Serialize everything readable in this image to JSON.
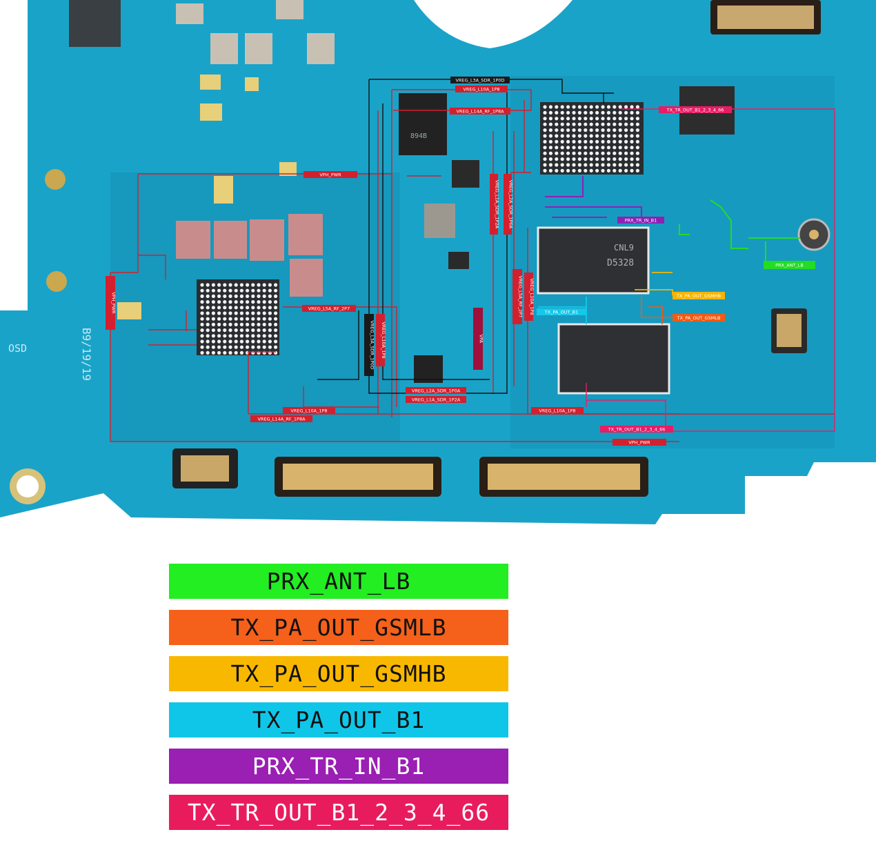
{
  "board": {
    "colors": {
      "pcb": "#1aa3c8",
      "pcb_dark": "#0f7fa3",
      "power_trace": "#d2202e",
      "dark_trace": "#1a1a1a",
      "prx_ant_lb": "#22dd22",
      "tx_pa_out_gsmlb": "#f25a12",
      "tx_pa_out_gsmhb": "#f7b500",
      "tx_pa_out_b1": "#14c8ea",
      "prx_tr_in_b1": "#8c22b4",
      "tx_tr_out": "#e81c64"
    },
    "net_labels": [
      {
        "id": "vreg_l3a_sdr_1p0d",
        "text": "VREG_L3A_SDR_1P0D",
        "style": "dark"
      },
      {
        "id": "vreg_l10a_1p8_top",
        "text": "VREG_L10A_1P8",
        "style": "red"
      },
      {
        "id": "vreg_l14a_rf_1p8a_top",
        "text": "VREG_L14A_RF_1P8A",
        "style": "red"
      },
      {
        "id": "tx_tr_out_top",
        "text": "TX_TR_OUT_B1_2_3_4_66",
        "style": "pink"
      },
      {
        "id": "vph_pwr_top",
        "text": "VPH_PWR",
        "style": "red"
      },
      {
        "id": "vreg_l1a_sdr_1p2a",
        "text": "VREG_L1A_SDR_1P2A",
        "style": "red"
      },
      {
        "id": "vreg_l2a_sdr_1p0a_v",
        "text": "VREG_L2A_SDR_1P0A",
        "style": "red"
      },
      {
        "id": "prx_tr_in_b1",
        "text": "PRX_TR_IN_B1",
        "style": "purple"
      },
      {
        "id": "prx_ant_lb",
        "text": "PRX_ANT_LB",
        "style": "green"
      },
      {
        "id": "vph_pwr_left",
        "text": "VPH_PWR",
        "style": "red"
      },
      {
        "id": "vreg_l5a_rf_2p7_h",
        "text": "VREG_L5A_RF_2P7",
        "style": "red"
      },
      {
        "id": "vreg_l3a_sdr_1p0d_v",
        "text": "VREG_L3A_SDR_1P0D",
        "style": "dark"
      },
      {
        "id": "vreg_l10a_1p8_v",
        "text": "VREG_L10A_1P8",
        "style": "red"
      },
      {
        "id": "vpa",
        "text": "VPA",
        "style": "maroon"
      },
      {
        "id": "vreg_l5a_rf_2p7_v",
        "text": "VREG_L5A_RF_2P7",
        "style": "red"
      },
      {
        "id": "vreg_l10a_1p8_v2",
        "text": "VREG_L10A_1P8",
        "style": "red"
      },
      {
        "id": "tx_pa_out_b1",
        "text": "TX_PA_OUT_B1",
        "style": "cyan"
      },
      {
        "id": "tx_pa_out_gsmhb",
        "text": "TX_PA_OUT_GSMHB",
        "style": "yellow"
      },
      {
        "id": "tx_pa_out_gsmlb",
        "text": "TX_PA_OUT_GSMLB",
        "style": "orange"
      },
      {
        "id": "vreg_l2a_sdr_1p0a_h",
        "text": "VREG_L2A_SDR_1P0A",
        "style": "red"
      },
      {
        "id": "vreg_l1a_sdr_1p2a_h",
        "text": "VREG_L1A_SDR_1P2A",
        "style": "red"
      },
      {
        "id": "vreg_l10a_1p8_bl",
        "text": "VREG_L10A_1P8",
        "style": "red"
      },
      {
        "id": "vreg_l14a_rf_1p8a_bl",
        "text": "VREG_L14A_RF_1P8A",
        "style": "red"
      },
      {
        "id": "vreg_l10a_1p8_br",
        "text": "VREG_L10A_1P8",
        "style": "red"
      },
      {
        "id": "tx_tr_out_bottom",
        "text": "TX_TR_OUT_B1_2_3_4_66",
        "style": "pink"
      },
      {
        "id": "vph_pwr_bottom",
        "text": "VPH_PWR",
        "style": "red"
      }
    ],
    "silkscreen": {
      "date_code": "B9/19/19",
      "osd": "OSD",
      "chip_marking_1": "D5328",
      "chip_marking_2": "CNL9",
      "chip_marking_3": "894B"
    }
  },
  "legend": {
    "items": [
      {
        "label": "PRX_ANT_LB",
        "color": "#22ee22",
        "text_style": "dark"
      },
      {
        "label": "TX_PA_OUT_GSMLB",
        "color": "#f5601a",
        "text_style": "dark"
      },
      {
        "label": "TX_PA_OUT_GSMHB",
        "color": "#f9b800",
        "text_style": "dark"
      },
      {
        "label": "TX_PA_OUT_B1",
        "color": "#10c6e8",
        "text_style": "dark"
      },
      {
        "label": "PRX_TR_IN_B1",
        "color": "#9a1fb3",
        "text_style": "light"
      },
      {
        "label": "TX_TR_OUT_B1_2_3_4_66",
        "color": "#e81c5c",
        "text_style": "light"
      }
    ]
  }
}
